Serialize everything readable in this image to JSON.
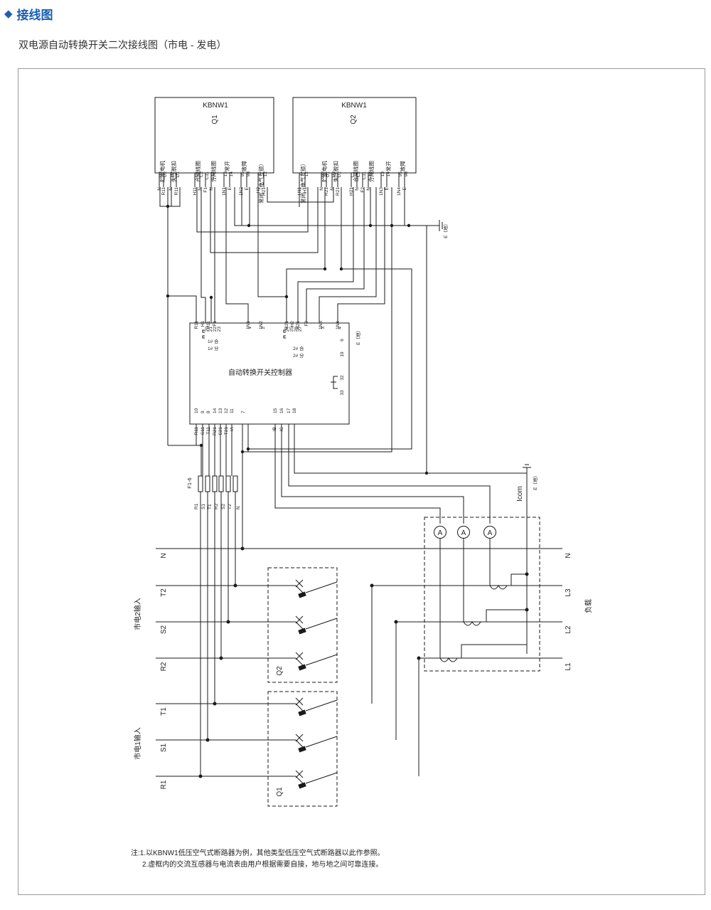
{
  "header": {
    "title": "接线图"
  },
  "subtitle": "双电源自动转换开关二次接线图（市电 - 发电）",
  "breaker1": {
    "model": "KBNW1",
    "name": "Q1",
    "functions": [
      "贮能电机",
      "失压脱扣",
      "合闸线圈",
      "分闸线圈",
      "常开",
      "故障",
      "常闭（电气互锁）"
    ],
    "terminals": [
      "U2",
      "U1",
      "D2",
      "D1",
      "C1",
      "C2",
      "C11",
      "C12",
      "13",
      "14",
      "95",
      "98",
      "11",
      "12"
    ],
    "wires": [
      "N",
      "R11",
      "N",
      "R11",
      "H11",
      "N",
      "F1",
      "N",
      "1N1",
      "E",
      "1N2",
      "E",
      "H2",
      "H21"
    ]
  },
  "breaker2": {
    "model": "KBNW1",
    "name": "Q2",
    "functions": [
      "常闭（电气互锁）",
      "贮能电机",
      "失压脱扣",
      "合闸线圈",
      "分闸线圈",
      "常开",
      "故障"
    ],
    "terminals": [
      "11",
      "12",
      "U2",
      "U1",
      "D2",
      "D1",
      "C1",
      "C2",
      "C11",
      "C12",
      "13",
      "14",
      "95",
      "98"
    ],
    "wires": [
      "H11",
      "H1",
      "N",
      "R21",
      "N",
      "R21",
      "H21",
      "N",
      "F2",
      "N",
      "1N3",
      "E",
      "1N4",
      "E"
    ]
  },
  "controller": {
    "title": "自动转换开关控制器",
    "top_wires": [
      "R11",
      "H1",
      "H11",
      "F1",
      "1N1",
      "1N2",
      "R21",
      "H2",
      "H21",
      "F2",
      "1N3",
      "1N4"
    ],
    "top_terminals": [
      "20",
      "21",
      "22",
      "23",
      "1",
      "2",
      "24",
      "25",
      "26",
      "27",
      "3",
      "4"
    ],
    "group_labels": [
      "1# 合",
      "1# 分",
      "2# 合",
      "2# 分"
    ],
    "side_terminals": [
      "6",
      "19",
      "32",
      "33"
    ],
    "side_label": "E（地）",
    "bottom_terminals": [
      "10",
      "9",
      "8",
      "14",
      "13",
      "12",
      "11",
      "7",
      "15",
      "16",
      "17",
      "18"
    ],
    "bottom_wires": [
      "R11",
      "S11",
      "T11",
      "R21",
      "S21",
      "T21",
      "IA",
      "IB",
      "IC"
    ]
  },
  "fuse": {
    "label": "F1-6",
    "wires": [
      "R1",
      "S1",
      "T1",
      "R2",
      "S2",
      "T2",
      "N"
    ]
  },
  "ground_label": "E（地）",
  "icom": "Icom",
  "ammeter": "A",
  "source2": {
    "title": "市电2输入",
    "phases": [
      "T2",
      "S2",
      "R2"
    ],
    "breaker": "Q2"
  },
  "source1": {
    "title": "市电1输入",
    "phases": [
      "T1",
      "S1",
      "R1"
    ],
    "breaker": "Q1"
  },
  "neutral": "N",
  "load": {
    "title": "负载",
    "phases": [
      "N",
      "L3",
      "L2",
      "L1"
    ]
  },
  "notes": [
    "注:1.以KBNW1低压空气式断路器为例，其他类型低压空气式断路器以此作参照。",
    "2.虚框内的交流互感器与电流表由用户根据需要自接，地与地之间可靠连接。"
  ]
}
